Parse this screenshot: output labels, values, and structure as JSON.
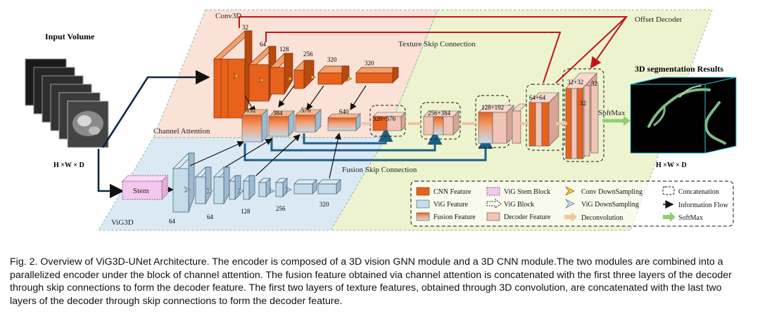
{
  "input": {
    "title": "Input Volume",
    "dims": "H ×W × D"
  },
  "output": {
    "title": "3D segmentation Results",
    "dims": "H ×W × D"
  },
  "regions": {
    "conv3d": "Conv3D",
    "vig3d": "ViG3D",
    "channel_attention": "Channel Attention"
  },
  "connections": {
    "texture_skip": "Texture Skip Connection",
    "fusion_skip": "Fusion Skip Connection",
    "offset_decoder": "Offset Decoder",
    "softmax": "SoftMax"
  },
  "blocks": {
    "stem": "Stem"
  },
  "cnn_channels": [
    "32",
    "64",
    "128",
    "256",
    "320",
    "320"
  ],
  "fusion_channels": [
    "192",
    "384",
    "576",
    "640"
  ],
  "vig_channels": [
    "64",
    "64",
    "128",
    "256",
    "320"
  ],
  "decoder_channels": [
    "320+576",
    "256+384",
    "128+192",
    "64+64",
    "32+32",
    "32",
    "32"
  ],
  "legend": {
    "cnn_feature": "CNN Feature",
    "vig_feature": "ViG Feature",
    "fusion_feature": "Fusion Feature",
    "vig_stem_block": "ViG Stem Block",
    "vig_block": "ViG Block",
    "decoder_feature": "Decoder Feature",
    "conv_downsampling": "Conv DownSampling",
    "vig_downsampling": "ViG  DownSampling",
    "deconvolution": "Deconvolution",
    "concatenation": "Concatenation",
    "information_flow": "Information Flow",
    "softmax": "SoftMax"
  },
  "caption": "Fig. 2.   Overview of ViG3D-UNet Architecture. The encoder is composed of a 3D vision GNN module and a 3D CNN module.The two modules are combined into a parallelized encoder under the block of channel attention. The fusion feature obtained via channel attention is concatenated with the first three layers of the decoder through skip connections to form the decoder feature. The first two layers of texture features, obtained through 3D convolution, are concatenated with the last two layers of the decoder through skip connections to form the decoder feature.",
  "colors": {
    "cnn_orange": "#e8621e",
    "vig_blue": "#c5dcea",
    "decoder_pink": "#f0c4b6",
    "stem_pink": "#f2c8ee",
    "texture_skip_red": "#c0141c",
    "fusion_skip_blue": "#1f5f86",
    "softmax_green": "#8ed06a",
    "conv_region": "#fbe2d6",
    "vig_region": "#dbe9f5",
    "decoder_region": "#eef3cf"
  }
}
